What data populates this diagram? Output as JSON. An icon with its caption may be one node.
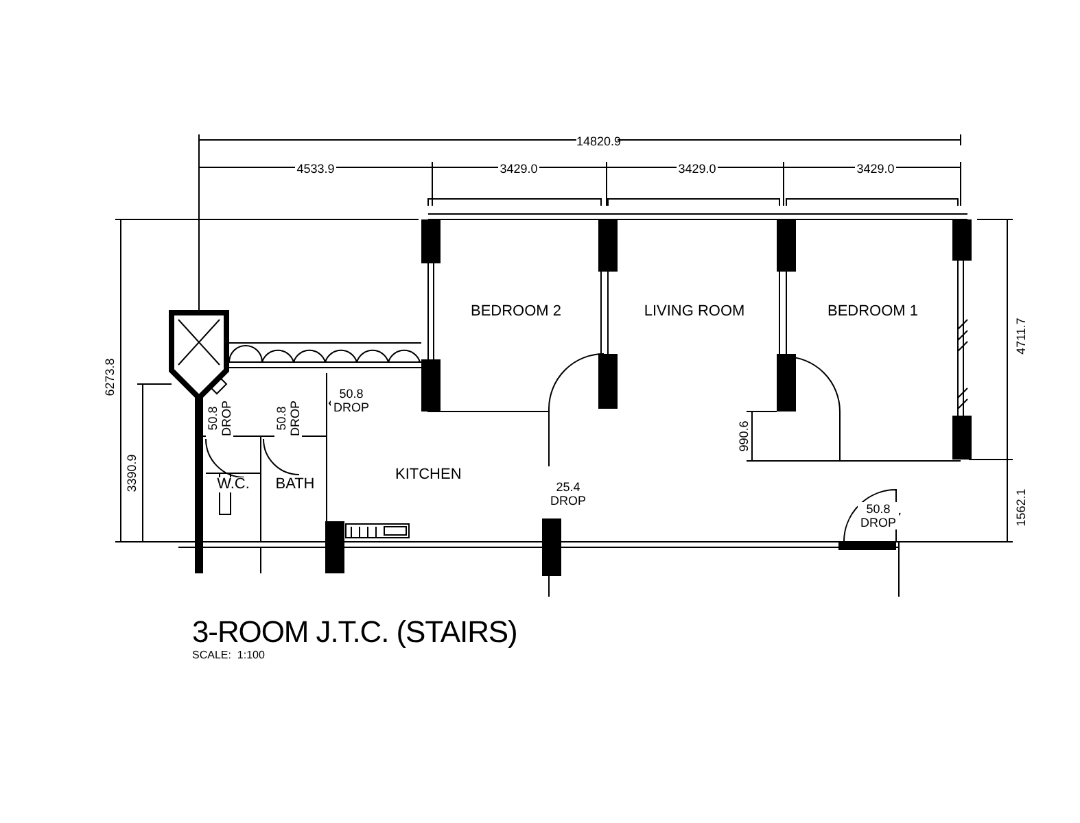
{
  "diagram": {
    "title": "3-ROOM J.T.C. (STAIRS)",
    "caption": "SCALE:  1:100",
    "nodes": [
      {
        "text": [
          "BEDROOM 2"
        ]
      },
      {
        "text": [
          "LIVING ROOM"
        ]
      },
      {
        "text": [
          "BEDROOM 1"
        ]
      },
      {
        "text": [
          "KITCHEN"
        ]
      },
      {
        "text": [
          "W.C."
        ]
      },
      {
        "text": [
          "BATH"
        ]
      }
    ],
    "labels": [
      "14820.9",
      "4533.9",
      "3429.0",
      "3429.0",
      "3429.0",
      "6273.8",
      "4711.7",
      "50.8 DROP",
      "50.8 DROP",
      "50.8 DROP",
      "3390.9",
      "990.6",
      "25.4 DROP",
      "1562.1",
      "50.8 DROP"
    ]
  }
}
